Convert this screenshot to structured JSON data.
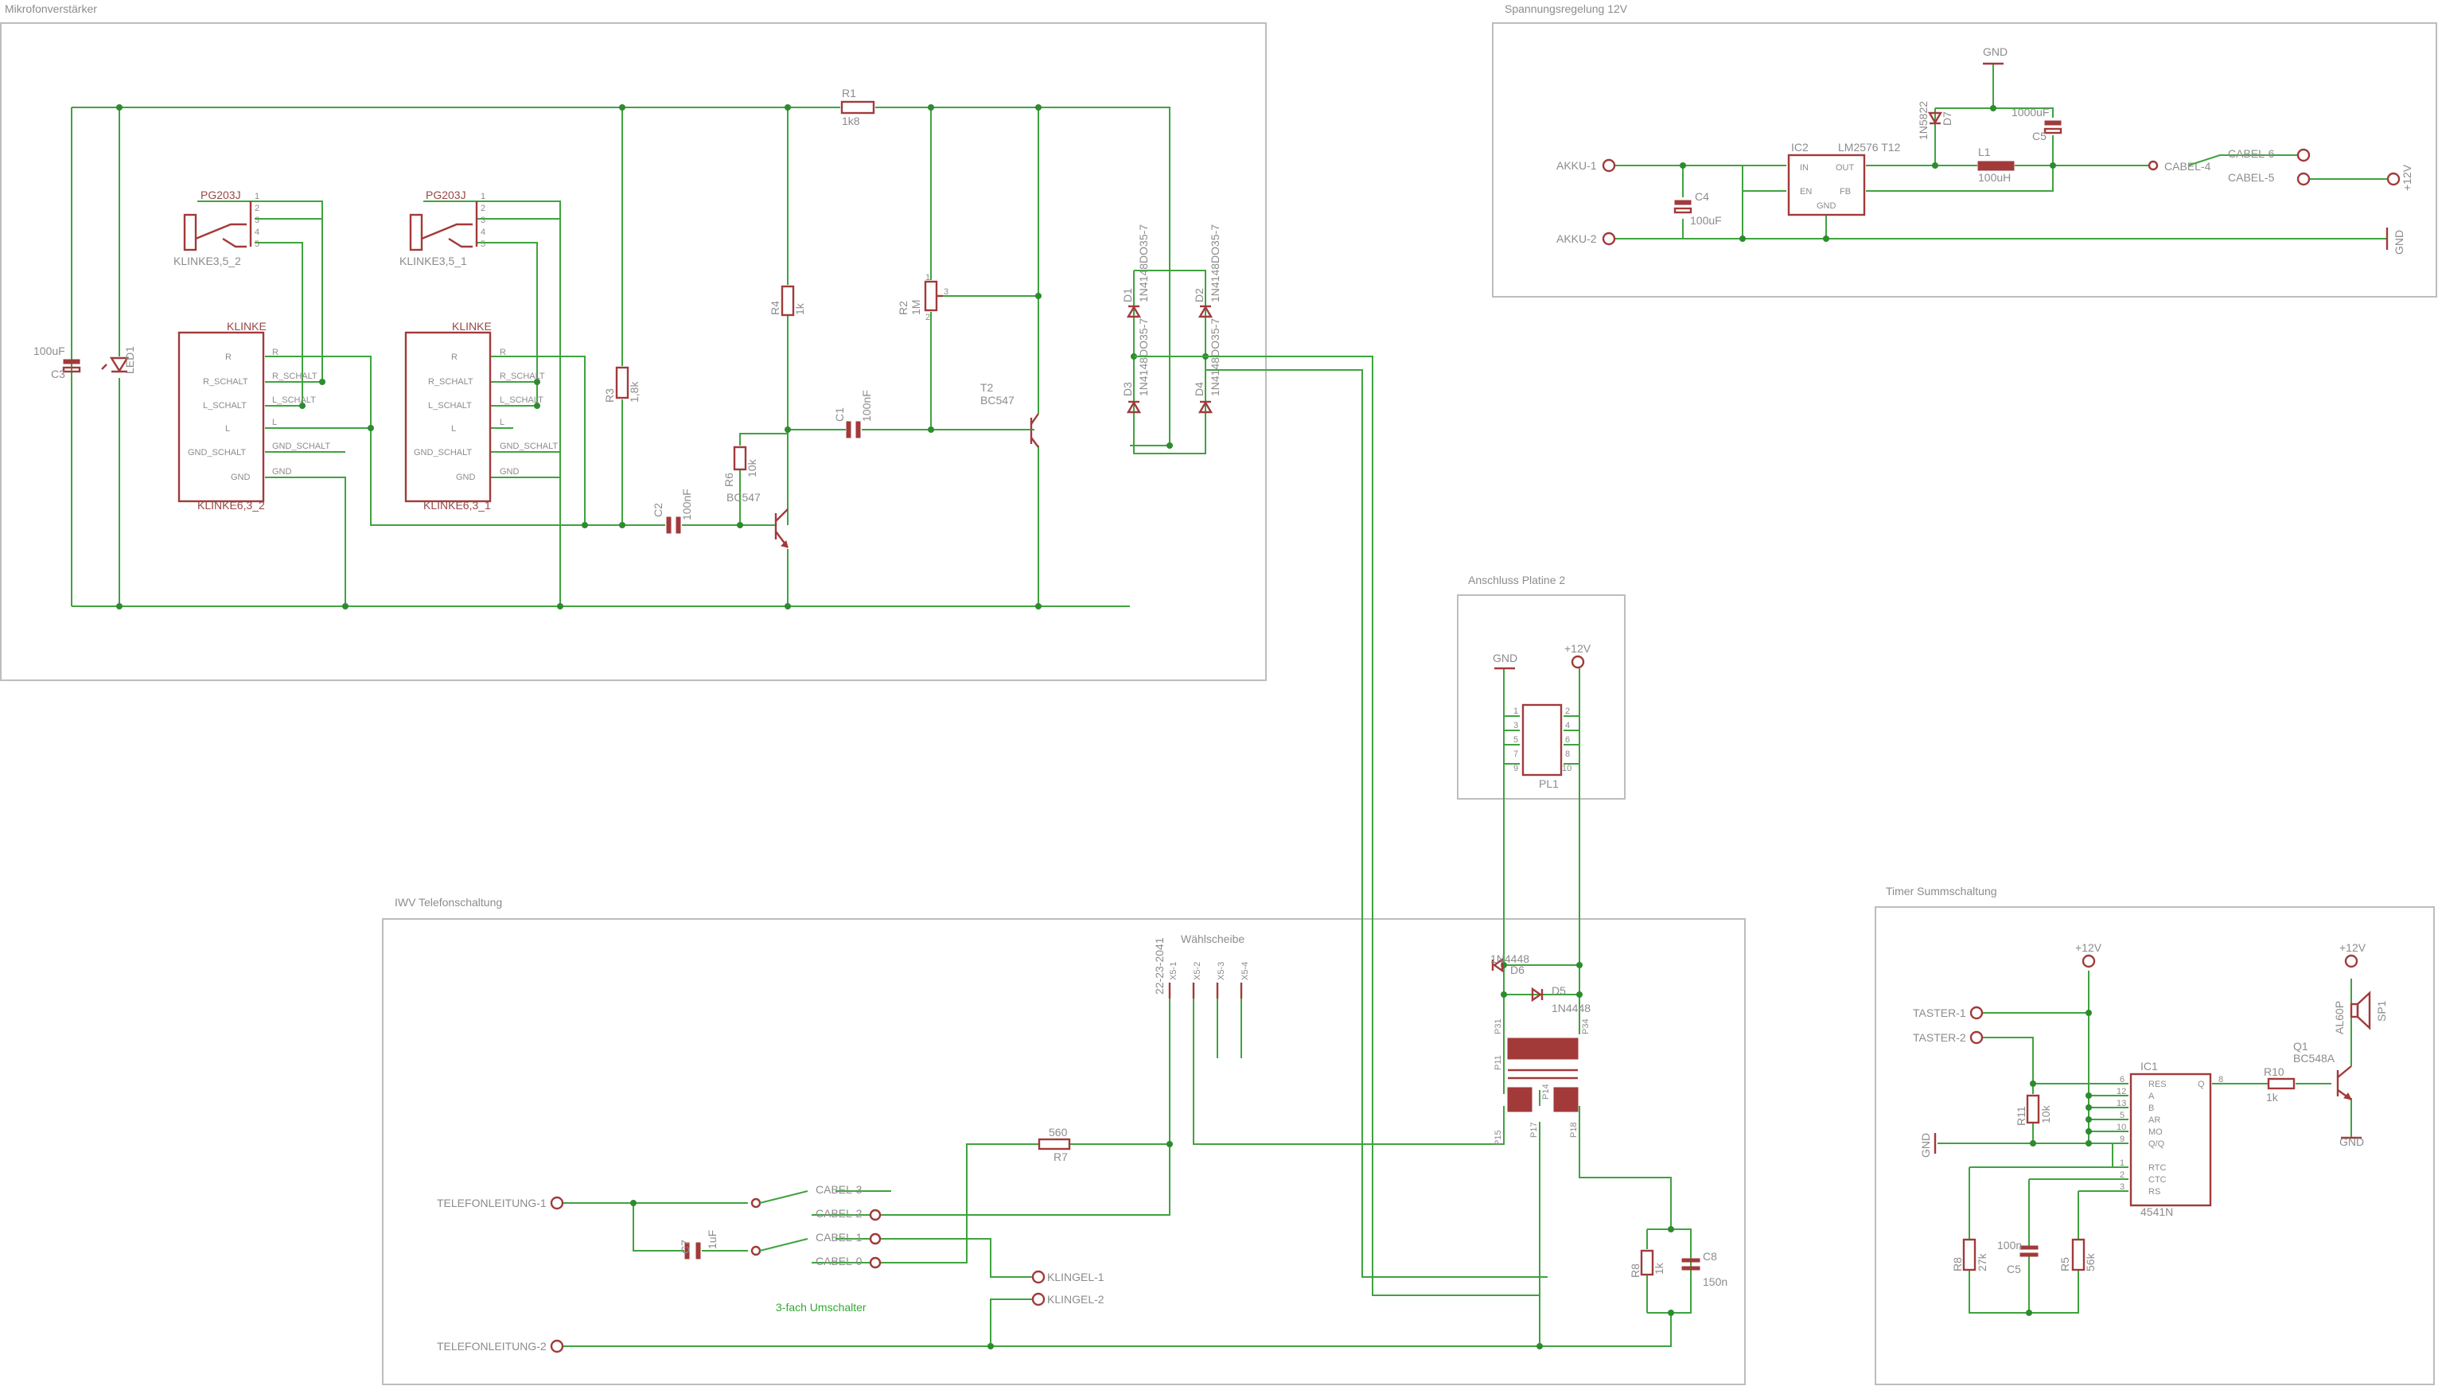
{
  "sections": {
    "mic_amp": "Mikrofonverstärker",
    "power": "Spannungsregelung 12V",
    "connector": "Anschluss Platine 2",
    "phone": "IWV Telefonschaltung",
    "timer": "Timer Summschaltung"
  },
  "mic_amp": {
    "jack_a": {
      "part": "PG203J",
      "name": "KLINKE3,5_2",
      "pins": [
        "1",
        "2",
        "3",
        "4",
        "5"
      ]
    },
    "jack_b": {
      "part": "PG203J",
      "name": "KLINKE3,5_1",
      "pins": [
        "1",
        "2",
        "3",
        "4",
        "5"
      ]
    },
    "klinke_a": {
      "title": "KLINKE",
      "name": "KLINKE6,3_2",
      "pins": [
        "R",
        "R_SCHALT",
        "L_SCHALT",
        "L",
        "GND_SCHALT",
        "GND"
      ]
    },
    "klinke_b": {
      "title": "KLINKE",
      "name": "KLINKE6,3_1",
      "pins": [
        "R",
        "R_SCHALT",
        "L_SCHALT",
        "L",
        "GND_SCHALT",
        "GND"
      ]
    },
    "net_labels_a": [
      "R",
      "R_SCHALT",
      "L_SCHALT",
      "L",
      "GND_SCHALT",
      "GND"
    ],
    "net_labels_b": [
      "R",
      "R_SCHALT",
      "L_SCHALT",
      "L",
      "GND_SCHALT",
      "GND"
    ],
    "c3": {
      "name": "C3",
      "value": "100uF"
    },
    "led1": {
      "name": "LED1"
    },
    "r3": {
      "name": "R3",
      "value": "1,8k"
    },
    "r1": {
      "name": "R1",
      "value": "1k8"
    },
    "r4": {
      "name": "R4",
      "value": "1k"
    },
    "r6": {
      "name": "R6",
      "value": "10k"
    },
    "r2": {
      "name": "R2",
      "value": "1M",
      "pin_1": "1",
      "pin_2": "2",
      "pin_3": "3"
    },
    "c2": {
      "name": "C2",
      "value": "100nF"
    },
    "c1": {
      "name": "C1",
      "value": "100nF"
    },
    "t1": {
      "name": "BC547"
    },
    "t2": {
      "name": "T2",
      "value": "BC547"
    },
    "diodes": [
      {
        "name": "D1",
        "value": "1N4148DO35-7"
      },
      {
        "name": "D2",
        "value": "1N4148DO35-7"
      },
      {
        "name": "D3",
        "value": "1N4148DO35-7"
      },
      {
        "name": "D4",
        "value": "1N4148DO35-7"
      }
    ]
  },
  "power": {
    "akku1": "AKKU-1",
    "akku2": "AKKU-2",
    "ic2": {
      "name": "IC2",
      "value": "LM2576 T12",
      "pins": [
        "IN",
        "OUT",
        "EN",
        "FB",
        "GND"
      ]
    },
    "c4": {
      "name": "C4",
      "value": "100uF"
    },
    "d7": {
      "name": "D7",
      "value": "1N5822"
    },
    "l1": {
      "name": "L1",
      "value": "100uH"
    },
    "c5": {
      "name": "C5",
      "value": "1000uF"
    },
    "gnd_top": "GND",
    "gnd_right": "GND",
    "supply": "+12V",
    "cable_6": "CABEL-6",
    "cable_5": "CABEL-5",
    "cable_4": "CABEL-4"
  },
  "connector": {
    "gnd": "GND",
    "supply": "+12V",
    "pl1": "PL1",
    "pin_left": [
      "1",
      "3",
      "5",
      "7",
      "9"
    ],
    "pin_right": [
      "2",
      "4",
      "6",
      "8",
      "10"
    ]
  },
  "phone": {
    "line1": "TELEFONLEITUNG-1",
    "line2": "TELEFONLEITUNG-2",
    "ring1": "KLINGEL-1",
    "ring2": "KLINGEL-2",
    "dial_title": "Wählscheibe",
    "dial_part": "22-23-2041",
    "dial_pins": [
      "X5-1",
      "X5-2",
      "X5-3",
      "X5-4"
    ],
    "switch_note": "3-fach Umschalter",
    "cable_3": "CABEL-3",
    "cable_2": "CABEL-2",
    "cable_1": "CABEL-1",
    "cable_0": "CABEL-0",
    "c7": {
      "name": "C7",
      "value": "1uF"
    },
    "r7": {
      "name": "R7",
      "value": "560"
    },
    "d6": {
      "name": "D6",
      "value": "1N4448"
    },
    "d5": {
      "name": "D5",
      "value": "1N4448"
    },
    "relay_pins": [
      "P31",
      "P34",
      "P11",
      "P14",
      "P15",
      "P17",
      "P18"
    ],
    "r8": {
      "name": "R8",
      "value": "1k"
    },
    "c8": {
      "name": "C8",
      "value": "150n"
    }
  },
  "timer": {
    "taster1": "TASTER-1",
    "taster2": "TASTER-2",
    "vcc_a": "+12V",
    "vcc_b": "+12V",
    "gnd_l": "GND",
    "gnd_q": "GND",
    "ic1": {
      "name": "IC1",
      "value": "4541N",
      "pins": [
        "RES",
        "A",
        "B",
        "AR",
        "MO",
        "Q/Q",
        "RTC",
        "CTC",
        "RS",
        "Q"
      ],
      "pin_numbers": [
        "6",
        "12",
        "13",
        "5",
        "10",
        "9",
        "1",
        "2",
        "3",
        "8"
      ]
    },
    "r11": {
      "name": "R11",
      "value": "10k"
    },
    "r10": {
      "name": "R10",
      "value": "1k"
    },
    "q1": {
      "name": "Q1",
      "value": "BC548A"
    },
    "sp1": {
      "name": "SP1",
      "value": "AL60P"
    },
    "r8": {
      "name": "R8",
      "value": "27k"
    },
    "c5": {
      "name": "C5",
      "value": "100n"
    },
    "r5": {
      "name": "R5",
      "value": "56k"
    }
  }
}
